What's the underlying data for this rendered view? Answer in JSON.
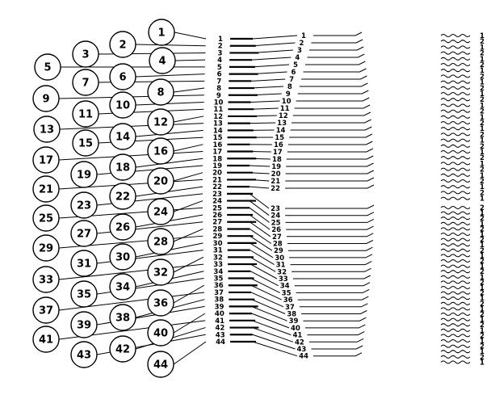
{
  "circle_labels": [
    "1",
    "2",
    "3",
    "4",
    "5",
    "6",
    "7",
    "8",
    "9",
    "10",
    "11",
    "12",
    "13",
    "14",
    "15",
    "16",
    "17",
    "18",
    "19",
    "20",
    "21",
    "22",
    "23",
    "24",
    "25",
    "26",
    "27",
    "28",
    "29",
    "30",
    "31",
    "32",
    "33",
    "34",
    "35",
    "36",
    "37",
    "38",
    "39",
    "40",
    "41",
    "42",
    "43",
    "44"
  ],
  "left_column_labels": [
    "1",
    "2",
    "3",
    "4",
    "5",
    "6",
    "7",
    "8",
    "9",
    "10",
    "11",
    "12",
    "13",
    "14",
    "15",
    "16",
    "17",
    "18",
    "19",
    "20",
    "21",
    "22",
    "23",
    "24",
    "25",
    "26",
    "27",
    "28",
    "29",
    "30",
    "31",
    "32",
    "33",
    "34",
    "35",
    "36",
    "37",
    "38",
    "39",
    "40",
    "41",
    "42",
    "43",
    "44"
  ],
  "middle_column_labels": [
    "1",
    "2",
    "3",
    "4",
    "5",
    "6",
    "7",
    "8",
    "9",
    "10",
    "11",
    "12",
    "13",
    "14",
    "15",
    "16",
    "17",
    "18",
    "19",
    "20",
    "21",
    "22",
    "23",
    "24",
    "25",
    "26",
    "27",
    "28",
    "29",
    "30",
    "31",
    "32",
    "33",
    "34",
    "35",
    "36",
    "37",
    "38",
    "39",
    "40",
    "41",
    "42",
    "43",
    "44"
  ],
  "right_top_labels": [
    "1",
    "2",
    "1",
    "2",
    "1",
    "2",
    "1",
    "2",
    "1",
    "2",
    "1",
    "2",
    "1",
    "2",
    "1",
    "2",
    "1",
    "2",
    "1",
    "2",
    "1",
    "2",
    "1",
    "2",
    "1",
    "2",
    "1",
    "2",
    "1"
  ],
  "right_bottom_labels": [
    "2",
    "1",
    "2",
    "1",
    "2",
    "1",
    "2",
    "1",
    "2",
    "1",
    "2",
    "1",
    "2",
    "1",
    "2",
    "1",
    "2",
    "1",
    "2",
    "1",
    "2",
    "1",
    "2",
    "1",
    "2",
    "1",
    "2",
    "1",
    "2",
    "1"
  ],
  "colors": {
    "ink": "#000000",
    "paper": "#ffffff"
  }
}
